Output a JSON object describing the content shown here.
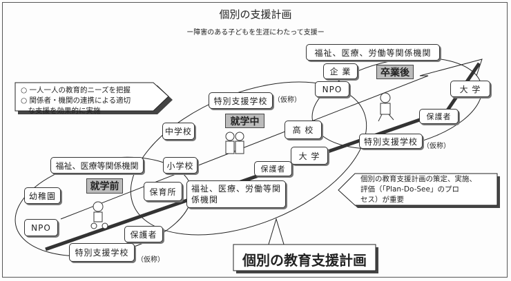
{
  "title": "個別の支援計画",
  "subtitle": "ー障害のある子どもを生涯にわたって支援ー",
  "left_callout": [
    "○ 一人一人の教育的ニーズを把握",
    "○ 関係者・機関の連携による適切",
    "　な支援を効果的に実施"
  ],
  "right_callout": [
    "個別の教育支援計画の策定、実施、",
    "評価（「Plan-Do-See」のプロ",
    "セス）が重要"
  ],
  "bottom_label": "個別の教育支援計画",
  "provisional": "（仮称）",
  "stages": {
    "pre": {
      "label": "就学前",
      "welfare": "福祉、医療等関係機関",
      "kindergarten": "幼稚園",
      "nursery": "保育所",
      "npo": "NPO",
      "guardian": "保護者",
      "special_school": "特別支援学校"
    },
    "during": {
      "label": "就学中",
      "special_school": "特別支援学校",
      "junior_high": "中学校",
      "elementary": "小学校",
      "high_school": "高 校",
      "university": "大 学",
      "guardian": "保護者",
      "welfare": [
        "福祉、医療、労働等関",
        "係機関"
      ]
    },
    "post": {
      "label": "卒業後",
      "welfare": "福祉、医療、労働等関係機関",
      "company": "企 業",
      "npo": "NPO",
      "university": "大 学",
      "guardian": "保護者",
      "special_school": "特別支援学校"
    }
  }
}
